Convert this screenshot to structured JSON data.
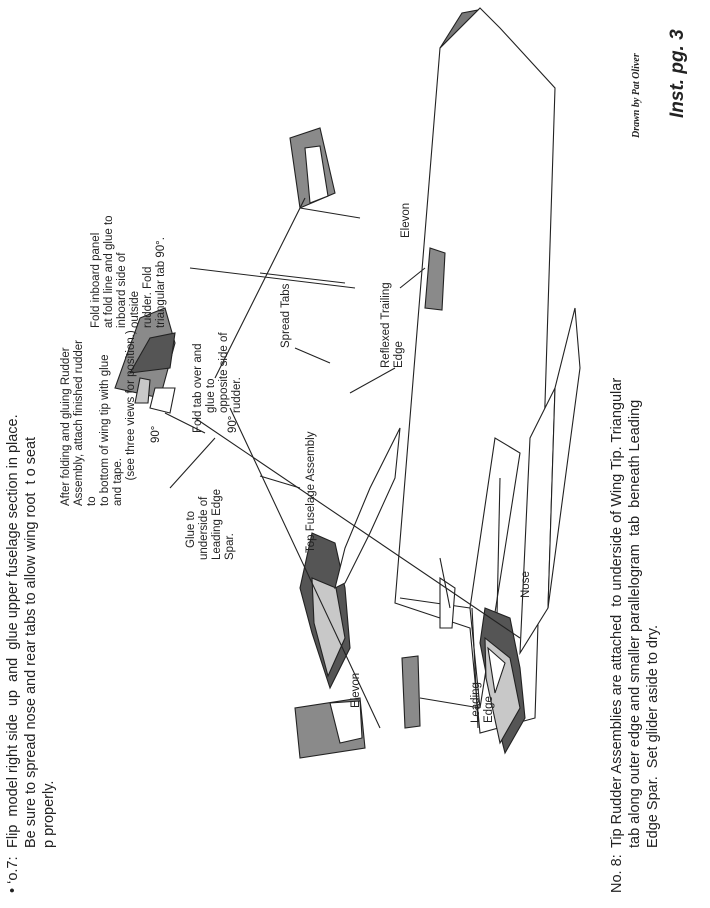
{
  "steps": {
    "step7": {
      "marker": "• ‘o.7:",
      "lines": [
        "Flip  model right side  up  and  glue upper fuselage section in place.",
        "Be sure to spread nose and rear tabs to allow wing root  t o seat",
        "p properly."
      ]
    },
    "step8": {
      "marker": "No. 8:",
      "lines": [
        "Tip Rudder Assemblies are attached  to underside of Wing Tip. Triangular",
        "tab along outer edge and smaller parallelogram  tab  beneath Leading",
        "Edge Spar.  Set glider aside to dry."
      ]
    }
  },
  "labels": {
    "after_folding": [
      "After folding and gluing Rudder",
      "Assembly, attach finished rudder",
      "to",
      "to bottom of wing tip with glue",
      "and tape.",
      "        (see three views for position.)"
    ],
    "glue_spar": [
      "Glue to",
      "underside of",
      "Leading Edge",
      "Spar."
    ],
    "angle_upper": "90°",
    "angle_lower": "90°",
    "fold_tab": [
      "Fold tab over and",
      "glue to",
      "opposite side of",
      "rudder."
    ],
    "fold_inboard": [
      "Fold inboard panel",
      "at fold line and glue to",
      "inboard side of",
      "outside",
      "rudder. Fold",
      "triangular tab 90°."
    ],
    "top_fuselage": "Top Fuselage Assembly",
    "spread_tabs": "Spread Tabs",
    "reflexed": [
      "Reflexed Trailing",
      "Edge"
    ],
    "elevon_right": "Elevon",
    "elevon_left": "Elevon",
    "leading_edge": [
      "Leading",
      "Edge"
    ],
    "nose": "Nose"
  },
  "credit": "Drawn by Pat Oliver",
  "page_label": "Inst. pg. 3",
  "colors": {
    "ink": "#222222",
    "dark_fill": "#555555",
    "mid_fill": "#8a8a8a",
    "light_fill": "#c8c8c8"
  }
}
